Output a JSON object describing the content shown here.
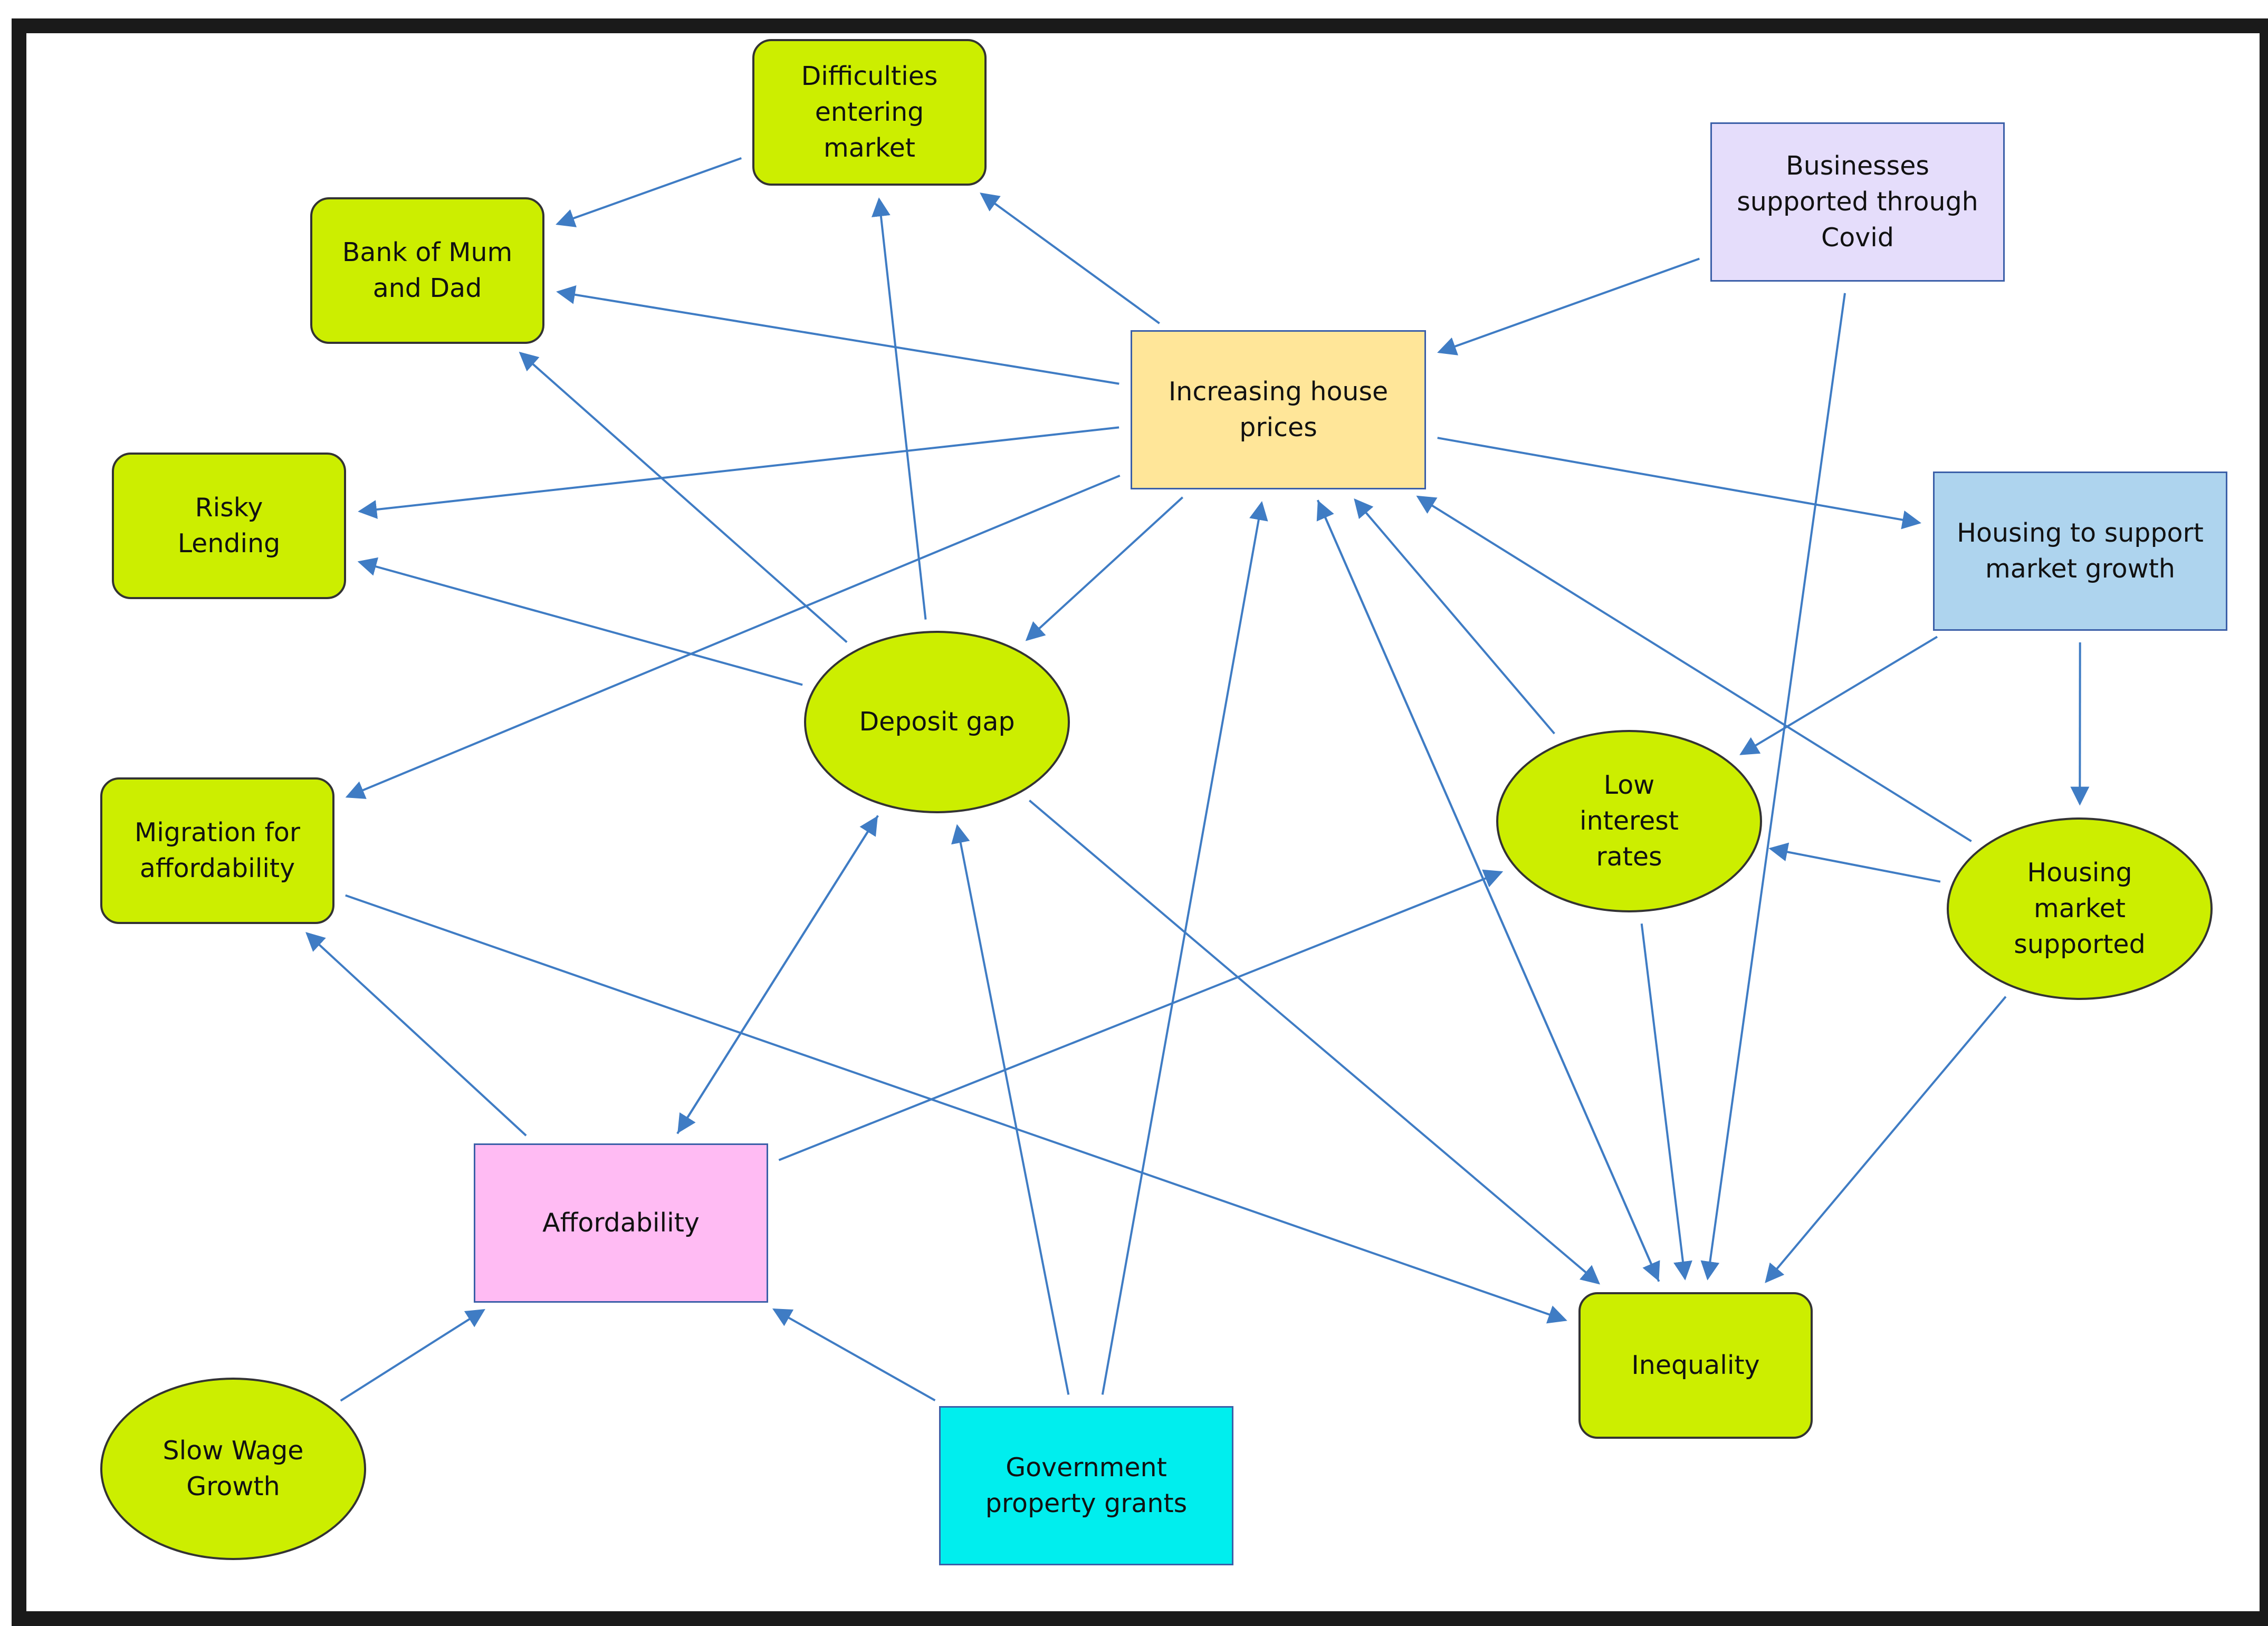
{
  "nodes": {
    "difficulties": "Difficulties\nentering\nmarket",
    "bank": "Bank of Mum\nand Dad",
    "risky": "Risky\nLending",
    "migration": "Migration for\naffordability",
    "deposit": "Deposit gap",
    "increasing": "Increasing house\nprices",
    "businesses": "Businesses\nsupported through\nCovid",
    "housing_support": "Housing to support\nmarket growth",
    "low_interest": "Low\ninterest\nrates",
    "housing_market": "Housing\nmarket\nsupported",
    "affordability": "Affordability",
    "slow_wage": "Slow Wage\nGrowth",
    "gov_grants": "Government\nproperty grants",
    "inequality": "Inequality"
  },
  "colors": {
    "green": "#ccee00",
    "yellow": "#ffe699",
    "lavender": "#e5ddfb",
    "light_blue": "#aed4ee",
    "pink": "#ffbbf3",
    "cyan": "#00eeee",
    "arrow": "#3f7cc4",
    "frame": "#1a1a1a"
  },
  "edges": [
    [
      "increasing",
      "difficulties"
    ],
    [
      "increasing",
      "bank"
    ],
    [
      "increasing",
      "risky"
    ],
    [
      "increasing",
      "migration"
    ],
    [
      "increasing",
      "deposit"
    ],
    [
      "increasing",
      "housing_support"
    ],
    [
      "difficulties",
      "bank"
    ],
    [
      "deposit",
      "difficulties"
    ],
    [
      "deposit",
      "bank"
    ],
    [
      "deposit",
      "risky"
    ],
    [
      "deposit",
      "inequality"
    ],
    [
      "deposit",
      "affordability"
    ],
    [
      "affordability",
      "deposit"
    ],
    [
      "businesses",
      "increasing"
    ],
    [
      "businesses",
      "inequality"
    ],
    [
      "housing_support",
      "low_interest"
    ],
    [
      "housing_support",
      "housing_market"
    ],
    [
      "housing_market",
      "increasing"
    ],
    [
      "housing_market",
      "low_interest"
    ],
    [
      "housing_market",
      "inequality"
    ],
    [
      "low_interest",
      "increasing"
    ],
    [
      "low_interest",
      "inequality"
    ],
    [
      "inequality",
      "increasing"
    ],
    [
      "increasing",
      "inequality"
    ],
    [
      "migration",
      "inequality"
    ],
    [
      "affordability",
      "migration"
    ],
    [
      "affordability",
      "low_interest"
    ],
    [
      "slow_wage",
      "affordability"
    ],
    [
      "gov_grants",
      "affordability"
    ],
    [
      "gov_grants",
      "deposit"
    ],
    [
      "gov_grants",
      "increasing"
    ]
  ]
}
